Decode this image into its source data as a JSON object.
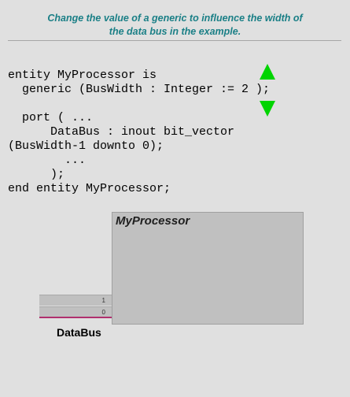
{
  "header": {
    "line1": "Change the value of a generic to influence the width of",
    "line2": "the data bus in the example."
  },
  "code": {
    "line1": "entity MyProcessor is",
    "line2": "  generic (BusWidth : Integer := 2 );",
    "line3": "  port ( ...",
    "line4": "      DataBus : inout bit_vector",
    "line5": "(BusWidth-1 downto 0);",
    "line6": "        ...",
    "line7": "      );",
    "line8": "end entity MyProcessor;"
  },
  "controls": {
    "up_icon": "triangle-up-icon",
    "down_icon": "triangle-down-icon",
    "arrow_color": "#00d400"
  },
  "diagram": {
    "block_title": "MyProcessor",
    "bus_bits": [
      "1",
      "0"
    ],
    "bus_label": "DataBus",
    "bus_line_color": "#b0306e"
  }
}
